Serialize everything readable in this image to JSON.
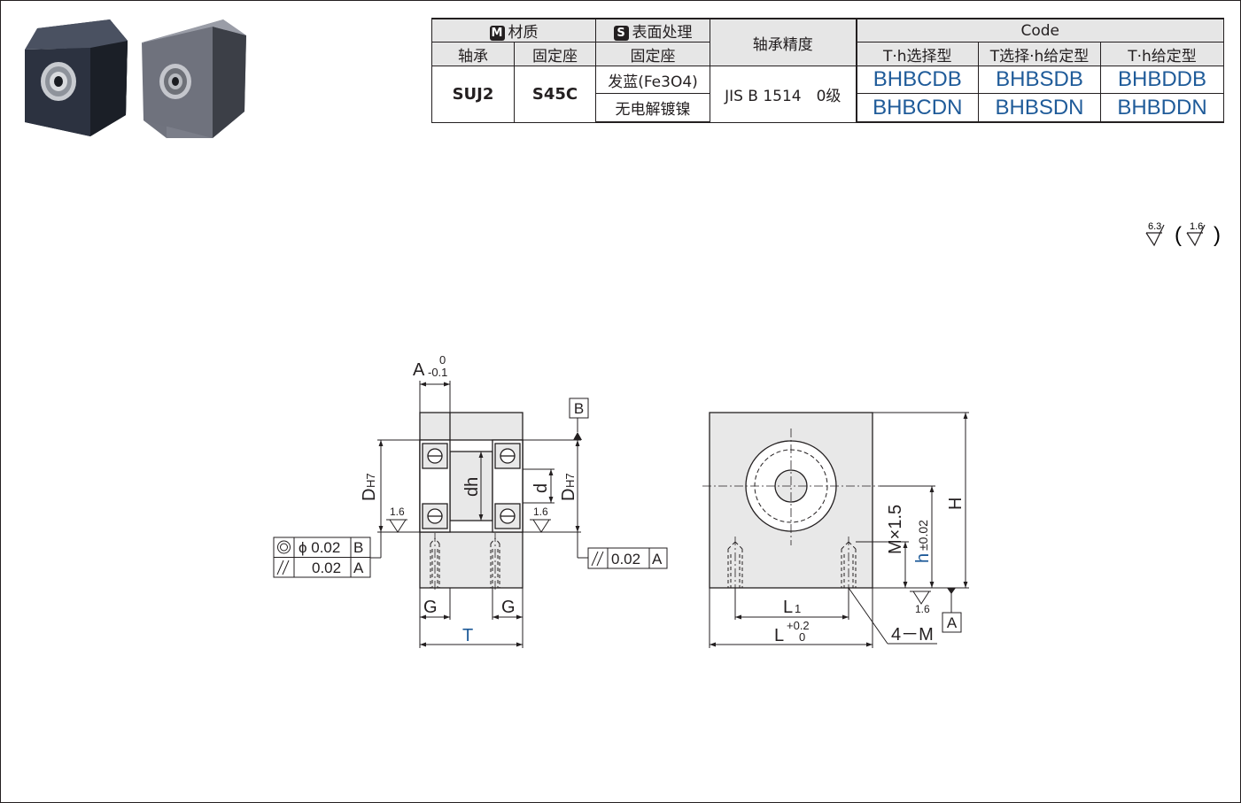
{
  "table": {
    "header": {
      "material_badge": "M",
      "material_label": "材质",
      "surface_badge": "S",
      "surface_label": "表面处理",
      "precision_label": "轴承精度",
      "code_label": "Code",
      "bearing_label": "轴承",
      "holder_label": "固定座",
      "surface_holder_label": "固定座",
      "code_col1": "T·h选择型",
      "code_col2": "T选择·h给定型",
      "code_col3": "T·h给定型"
    },
    "bearing_material": "SUJ2",
    "holder_material": "S45C",
    "treatments": [
      "发蓝(Fe3O4)",
      "无电解镀镍"
    ],
    "precision": "JIS B 1514　0级",
    "codes": [
      [
        "BHBCDB",
        "BHBSDB",
        "BHBDDB"
      ],
      [
        "BHBCDN",
        "BHBSDN",
        "BHBDDN"
      ]
    ]
  },
  "surface_roughness": {
    "main": "6.3",
    "other": "1.6"
  },
  "drawing": {
    "left_view": {
      "width_dim": "A",
      "width_tol_upper": "0",
      "width_tol_lower": "-0.1",
      "datum_b": "B",
      "bore_left": "D",
      "bore_left_sub": "H7",
      "bore_right": "D",
      "bore_right_sub": "H7",
      "shaft_dim": "dh",
      "inner_dim": "d",
      "roughness_left": "1.6",
      "roughness_right": "1.6",
      "tol_concentric_val": "ϕ 0.02",
      "tol_concentric_ref": "B",
      "tol_parallel_val": "0.02",
      "tol_parallel_ref": "A",
      "tol_parallel2_val": "0.02",
      "tol_parallel2_ref": "A",
      "g_left": "G",
      "g_right": "G",
      "t_dim": "T"
    },
    "right_view": {
      "height_dim": "H",
      "thread_depth": "M×1.5",
      "center_height": "h",
      "center_height_tol": "±0.02",
      "l1_dim": "L",
      "l1_sub": "1",
      "l_dim": "L",
      "l_tol_upper": "+0.2",
      "l_tol_lower": "0",
      "tap_callout": "4－M",
      "roughness": "1.6",
      "datum_a": "A"
    }
  },
  "colors": {
    "accent_blue": "#1f5b99",
    "part_fill": "#e8e8e8",
    "header_fill": "#e6e6e6",
    "line": "#231f20"
  }
}
